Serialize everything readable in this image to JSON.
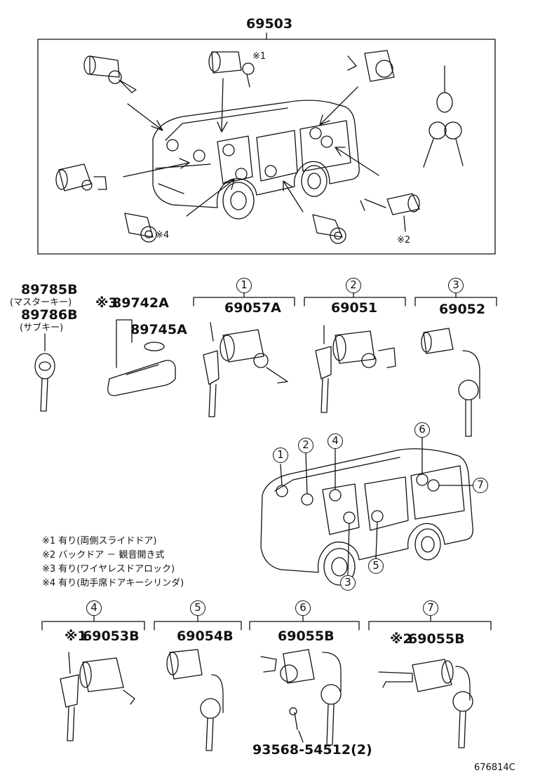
{
  "assembly_number": "69503",
  "assembly_notes": {
    "n1": "※1",
    "n2": "※2",
    "n4": "※4"
  },
  "parts": {
    "master_key": "89785B",
    "master_key_desc": "(マスターキー)",
    "sub_key": "89786B",
    "sub_key_desc": "(サブキー)",
    "wireless_prefix": "※3",
    "wireless_transmitter": "89742A",
    "battery": "89745A"
  },
  "groups": [
    {
      "num": "1",
      "prefix": "",
      "part": "69057A"
    },
    {
      "num": "2",
      "prefix": "",
      "part": "69051"
    },
    {
      "num": "3",
      "prefix": "",
      "part": "69052"
    },
    {
      "num": "4",
      "prefix": "※1",
      "part": "69053B"
    },
    {
      "num": "5",
      "prefix": "",
      "part": "69054B"
    },
    {
      "num": "6",
      "prefix": "",
      "part": "69055B"
    },
    {
      "num": "7",
      "prefix": "※2",
      "part": "69055B"
    }
  ],
  "van_callouts": [
    "1",
    "2",
    "4",
    "6",
    "7",
    "3",
    "5"
  ],
  "notes": [
    "※1 有り(両側スライドドア)",
    "※2 バックドア － 観音開き式",
    "※3 有り(ワイヤレスドアロック)",
    "※4 有り(助手席ドアキーシリンダ)"
  ],
  "screw_part": "93568-54512(2)",
  "figure_id": "676814C"
}
